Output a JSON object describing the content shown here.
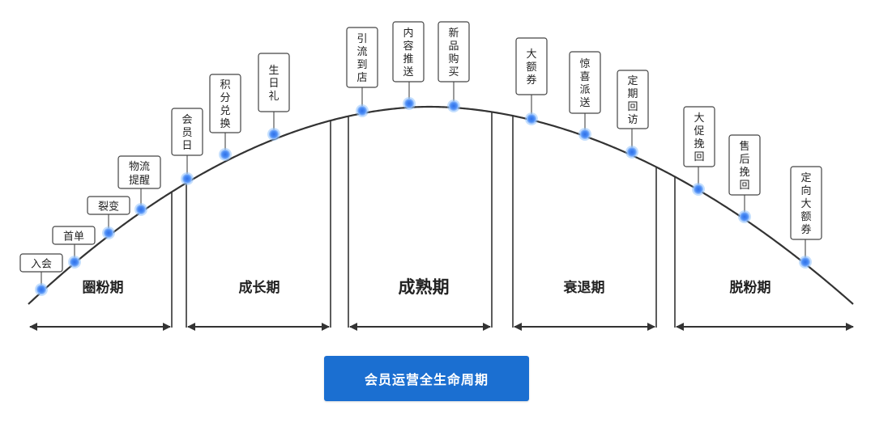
{
  "phases": [
    {
      "name": "圈粉期",
      "big": false
    },
    {
      "name": "成长期",
      "big": false
    },
    {
      "name": "成熟期",
      "big": true
    },
    {
      "name": "衰退期",
      "big": false
    },
    {
      "name": "脱粉期",
      "big": false
    }
  ],
  "touchpoints": [
    {
      "id": "ruhui",
      "lines": [
        "入会"
      ]
    },
    {
      "id": "shoudan",
      "lines": [
        "首单"
      ]
    },
    {
      "id": "liebian",
      "lines": [
        "裂变"
      ]
    },
    {
      "id": "wuliu",
      "lines": [
        "物流",
        "提醒"
      ]
    },
    {
      "id": "huiyuanri",
      "lines": [
        "会",
        "员",
        "日"
      ]
    },
    {
      "id": "jifen",
      "lines": [
        "积",
        "分",
        "兑",
        "换"
      ]
    },
    {
      "id": "shengri",
      "lines": [
        "生",
        "日",
        "礼"
      ]
    },
    {
      "id": "yinliu",
      "lines": [
        "引",
        "流",
        "到",
        "店"
      ]
    },
    {
      "id": "neirong",
      "lines": [
        "内",
        "容",
        "推",
        "送"
      ]
    },
    {
      "id": "xinpin",
      "lines": [
        "新",
        "品",
        "购",
        "买"
      ]
    },
    {
      "id": "dae",
      "lines": [
        "大",
        "额",
        "券"
      ]
    },
    {
      "id": "jingxi",
      "lines": [
        "惊",
        "喜",
        "派",
        "送"
      ]
    },
    {
      "id": "dingqi",
      "lines": [
        "定",
        "期",
        "回",
        "访"
      ]
    },
    {
      "id": "dacu",
      "lines": [
        "大",
        "促",
        "挽",
        "回"
      ]
    },
    {
      "id": "shouhou",
      "lines": [
        "售",
        "后",
        "挽",
        "回"
      ]
    },
    {
      "id": "dingxiang",
      "lines": [
        "定",
        "向",
        "大",
        "额",
        "券"
      ]
    }
  ],
  "footer": {
    "title": "会员运营全生命周期"
  },
  "colors": {
    "curve": "#333333",
    "dot": "#3b82f6",
    "dot_glow": "#93c5fd",
    "button": "#1b6fd1"
  }
}
